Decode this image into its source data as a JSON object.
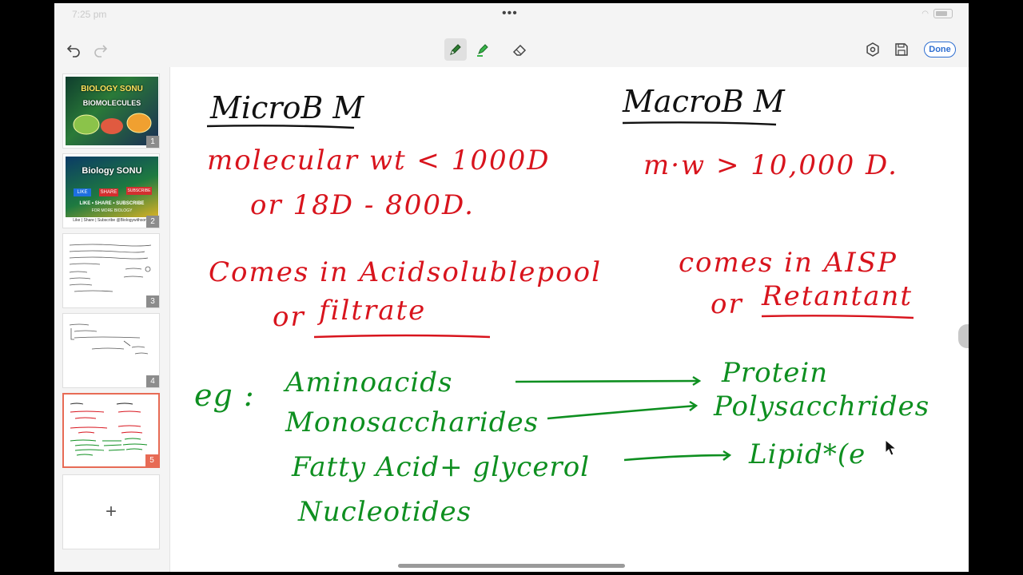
{
  "status": {
    "time": "7:25 pm",
    "more": "•••"
  },
  "toolbar": {
    "undo": "undo-icon",
    "redo": "redo-icon",
    "pen": "pen-icon",
    "highlighter": "highlighter-icon",
    "eraser": "eraser-icon",
    "settings": "settings-icon",
    "save": "save-icon",
    "done_label": "Done",
    "pen_color": "#2e7d32",
    "highlighter_color": "#39b54a"
  },
  "pages": [
    {
      "num": "1",
      "title": "BIOLOGY SONU",
      "subtitle": "BIOMOLECULES"
    },
    {
      "num": "2",
      "title": "Biology SONU",
      "banner": "LIKE • SHARE • SUBSCRIBE",
      "sub": "FOR MORE BIOLOGY",
      "footer": "Like | Share | Subscribe @Biologywithsonu"
    },
    {
      "num": "3"
    },
    {
      "num": "4"
    },
    {
      "num": "5"
    }
  ],
  "add_page": "+",
  "notes": {
    "micro_title": "MicroB M",
    "macro_title": "MacroB M",
    "micro_wt": "molecular wt < 1000D",
    "micro_wt2": "or 18D - 800D.",
    "macro_wt": "m·w > 10,000 D.",
    "micro_pool": "Comes in Acidsolublepool",
    "micro_pool2_prefix": "or",
    "micro_pool2_word": "filtrate",
    "macro_pool": "comes in AISP",
    "macro_pool2_prefix": "or",
    "macro_pool2_word": "Retantant",
    "eg": "eg :",
    "ex_micro": [
      "Aminoacids",
      "Monosaccharides",
      "Fatty Acid+ glycerol",
      "Nucleotides"
    ],
    "ex_macro": [
      "Protein",
      "Polysacchrides",
      "Lipid*(e"
    ]
  },
  "colors": {
    "red_ink": "#d8141d",
    "green_ink": "#0e8f20",
    "black_ink": "#111111",
    "active_page": "#e76b55"
  }
}
